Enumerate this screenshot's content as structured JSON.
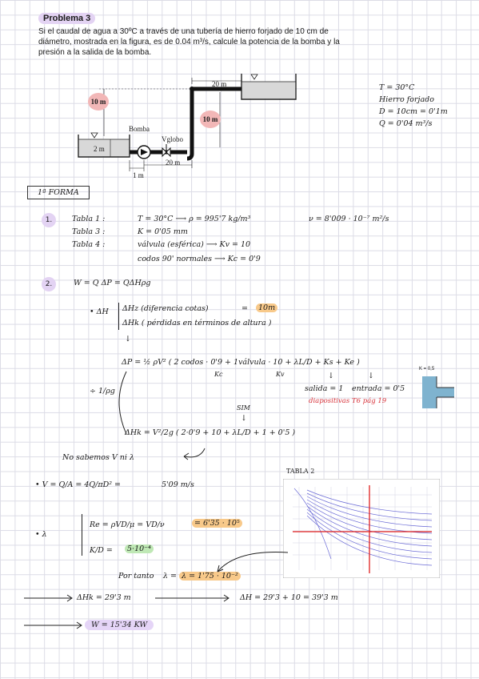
{
  "statement": {
    "title": "Problema 3",
    "line1": "Si el caudal de agua a 30ºC a través de una tubería de hierro forjado de 10 cm de",
    "line2": "diámetro, mostrada en la figura, es de 0.04 m³/s, calcule la potencia de la bomba y la",
    "line3": "presión a la salida de la bomba."
  },
  "figure": {
    "top_length": "20 m",
    "left_height": "10 m",
    "riser_height": "10 m",
    "pump_label": "Bomba",
    "valve_label": "Vglobo",
    "tank_depth": "2 m",
    "bottom_length": "20 m",
    "inlet_length": "1 m"
  },
  "givens": [
    "T = 30°C",
    "Hierro forjado",
    "D = 10cm   = 0'1m",
    "Q = 0'04 m³/s"
  ],
  "forma_label": "1ª FORMA",
  "step1": {
    "bubble": "1.",
    "rows": [
      {
        "table": "Tabla 1 :",
        "val": "T = 30°C  ⟶  ρ = 995'7 kg/m³",
        "extra": "ν = 8'009 · 10⁻⁷ m²/s"
      },
      {
        "table": "Tabla 3 :",
        "val": "K = 0'05 mm",
        "extra": ""
      },
      {
        "table": "Tabla 4 :",
        "val": "válvula (esférica)  ⟶  Kv = 10",
        "extra": ""
      },
      {
        "table": "",
        "val": "codos 90' normales  ⟶  Kc = 0'9",
        "extra": ""
      }
    ]
  },
  "step2": {
    "bubble": "2.",
    "power_eq": "W =  Q ΔP   =   QΔHρg",
    "dh_head": "• ΔH",
    "dh_z": "ΔHz   (diferencia cotas)",
    "dh_z_eq": "=",
    "dh_z_val": "10m",
    "dh_k": "ΔHk   ( pérdidas  en  términos  de  altura )",
    "dp_eq": "ΔP =  ½ ρV² ( 2 codos · 0'9  +  1válvula · 10  +  λL/D  +  Ks  +  Ke )",
    "kc_under": "Kc",
    "kv_under": "Kv",
    "salida": "salida = 1",
    "entrada": "entrada = 0'5",
    "slides_ref": "diapositivas  T6  pág 19",
    "k_label": "K = 0,5",
    "divide": "÷ 1/ρg",
    "sim": "SIM",
    "dhk_eq": "ΔHk =  V²/2g  ( 2·0'9 + 10 +  λL/D  + 1 + 0'5 )",
    "unknown": "No sabemos   V   ni  λ"
  },
  "velocity": {
    "label": "•  V =  Q/A  =   4Q/πD²   =",
    "value": "5'09 m/s"
  },
  "lambda": {
    "bullet": "•  λ",
    "re": "Re =  ρVD/μ   =   VD/ν",
    "re_val": "= 6'35 · 10⁵",
    "kd": "K/D  =",
    "kd_val": "5·10⁻⁴",
    "result_prefix": "Por tanto",
    "result": "λ = 1'75 · 10⁻²"
  },
  "tabla": "TABLA 2",
  "results": {
    "dhk": "ΔHk =   29'3 m",
    "dh": "ΔH =  29'3 + 10  =  39'3 m",
    "w": "W =   15'34  KW"
  }
}
